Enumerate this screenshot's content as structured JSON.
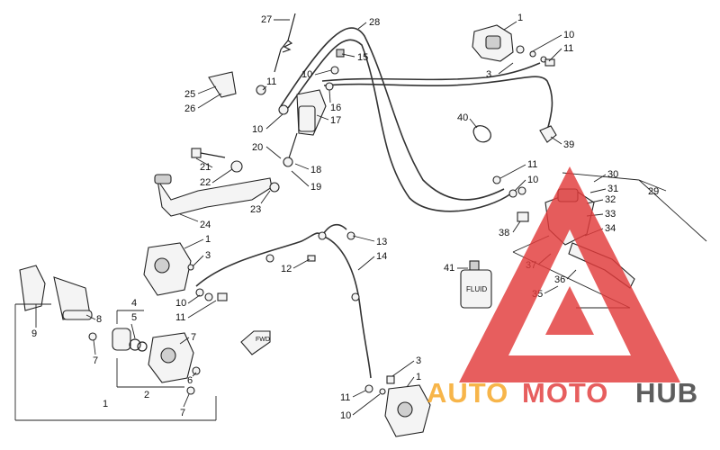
{
  "diagram": {
    "callouts": [
      "27",
      "28",
      "1",
      "10",
      "11",
      "15",
      "3",
      "10",
      "11",
      "25",
      "26",
      "16",
      "17",
      "10",
      "40",
      "39",
      "20",
      "18",
      "19",
      "21",
      "22",
      "11",
      "10",
      "30",
      "29",
      "31",
      "32",
      "23",
      "24",
      "33",
      "38",
      "34",
      "1",
      "3",
      "13",
      "12",
      "14",
      "41",
      "37",
      "36",
      "35",
      "10",
      "11",
      "4",
      "5",
      "8",
      "9",
      "7",
      "7",
      "6",
      "2",
      "7",
      "1",
      "3",
      "1",
      "11",
      "10"
    ],
    "part_labels": {
      "bottle": "FLUID",
      "arrow_tag": "FWD"
    }
  },
  "watermark": {
    "text_a": "AUTO",
    "text_b": "MOTO",
    "text_c": "HUB",
    "colors": {
      "primary": "#e23b3b",
      "accent": "#f6a623",
      "dark": "#3a3a3a"
    }
  }
}
